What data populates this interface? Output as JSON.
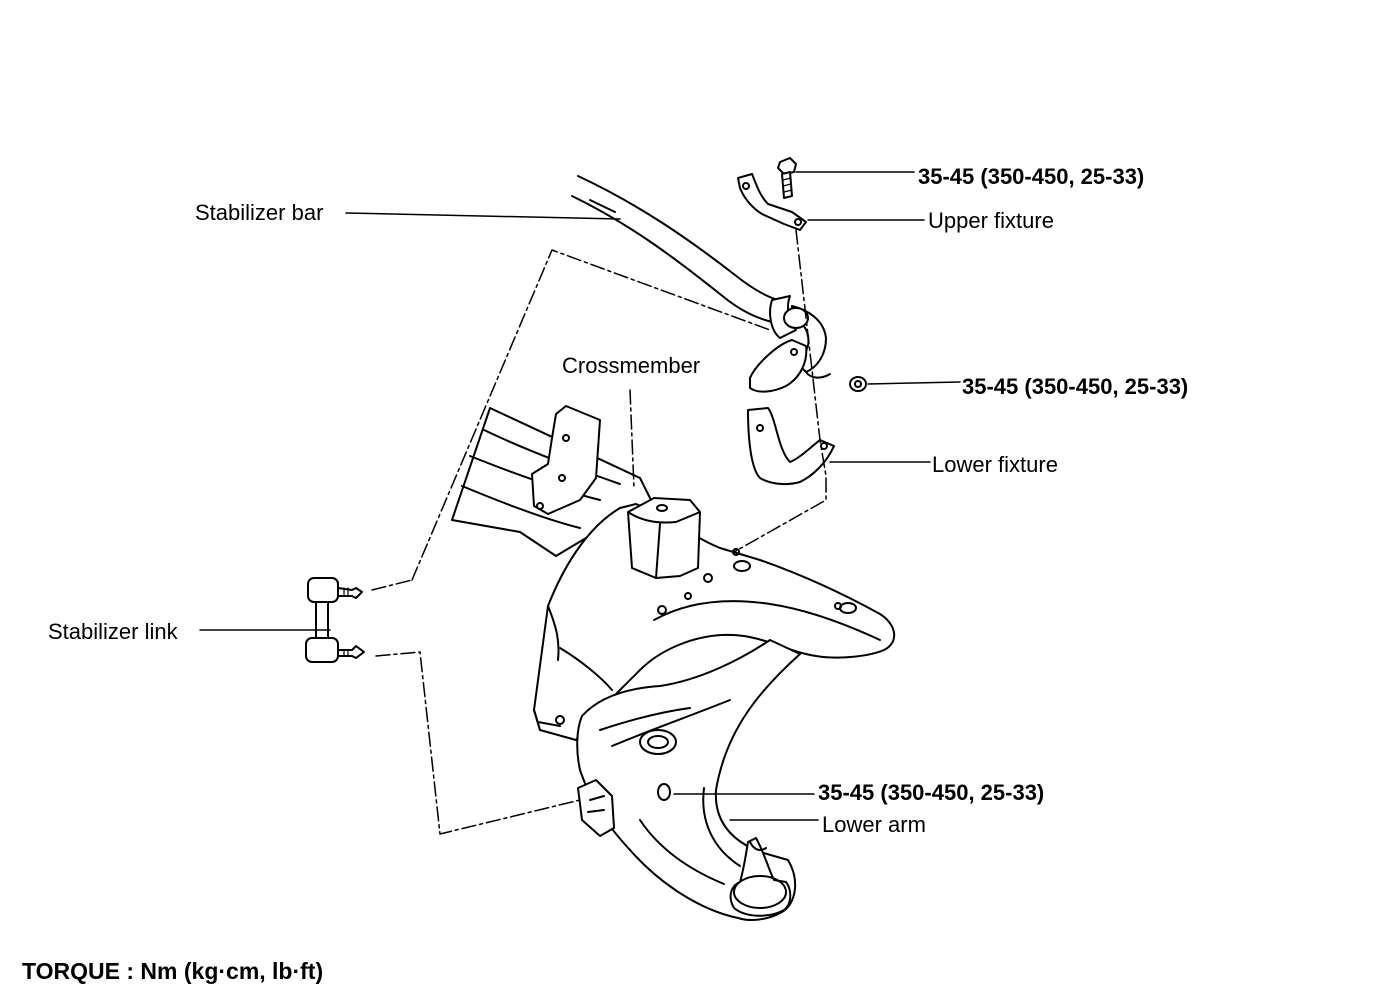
{
  "labels": {
    "stabilizer_bar": "Stabilizer bar",
    "upper_fixture": "Upper fixture",
    "crossmember": "Crossmember",
    "lower_fixture": "Lower fixture",
    "stabilizer_link": "Stabilizer link",
    "lower_arm": "Lower arm"
  },
  "torques": {
    "upper_bolt": "35-45 (350-450, 25-33)",
    "fixture_nut": "35-45 (350-450, 25-33)",
    "lower_arm_nut": "35-45 (350-450, 25-33)"
  },
  "footer": "TORQUE : Nm (kg·cm, lb·ft)"
}
